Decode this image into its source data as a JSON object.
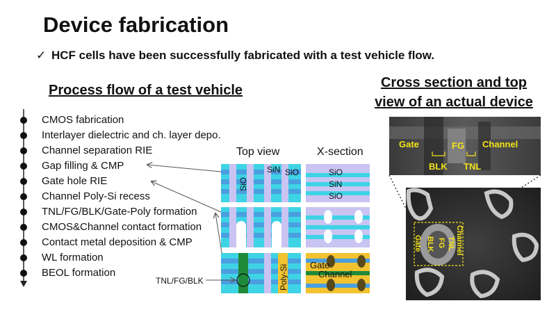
{
  "slide": {
    "title": "Device fabrication",
    "bullet_mark": "✓",
    "bullet": "HCF cells have been successfully fabricated with a test vehicle flow.",
    "process_flow_title": "Process flow of a test vehicle",
    "cross_section_title": [
      "Cross section and top",
      "view of an actual device"
    ]
  },
  "steps": [
    "CMOS fabrication",
    "Interlayer dielectric and ch. layer depo.",
    "Channel separation RIE",
    "Gap filling & CMP",
    "Gate hole RIE",
    "Channel Poly-Si recess",
    "TNL/FG/BLK/Gate-Poly formation",
    "CMOS&Channel contact formation",
    "Contact metal deposition & CMP",
    "WL formation",
    "BEOL formation"
  ],
  "views": {
    "top_view": "Top view",
    "x_section": "X-section",
    "panel1_top": [
      "SiN",
      "SiO",
      "SiO"
    ],
    "panel1_x": [
      "SiO",
      "SiN",
      "SiO"
    ],
    "panel3_top": [
      "Poly-Si"
    ],
    "panel3_x": [
      "Gate",
      "Channel"
    ],
    "pointer_label": "TNL/FG/BLK"
  },
  "micro": {
    "top_labels": [
      "Gate",
      "FG",
      "Channel"
    ],
    "bottom_labels": [
      "BLK",
      "TNL"
    ],
    "rotated_labels": [
      "Gate",
      "BLK",
      "FG",
      "TNL",
      "Channel"
    ]
  },
  "colors": {
    "cyan": "#3fd3e6",
    "blue": "#4a9fe0",
    "lavender": "#c9c4f2",
    "green": "#1f8a3a",
    "gold": "#f2c230",
    "olive": "#5a4a1a",
    "label_yellow": "#f4e21a"
  }
}
